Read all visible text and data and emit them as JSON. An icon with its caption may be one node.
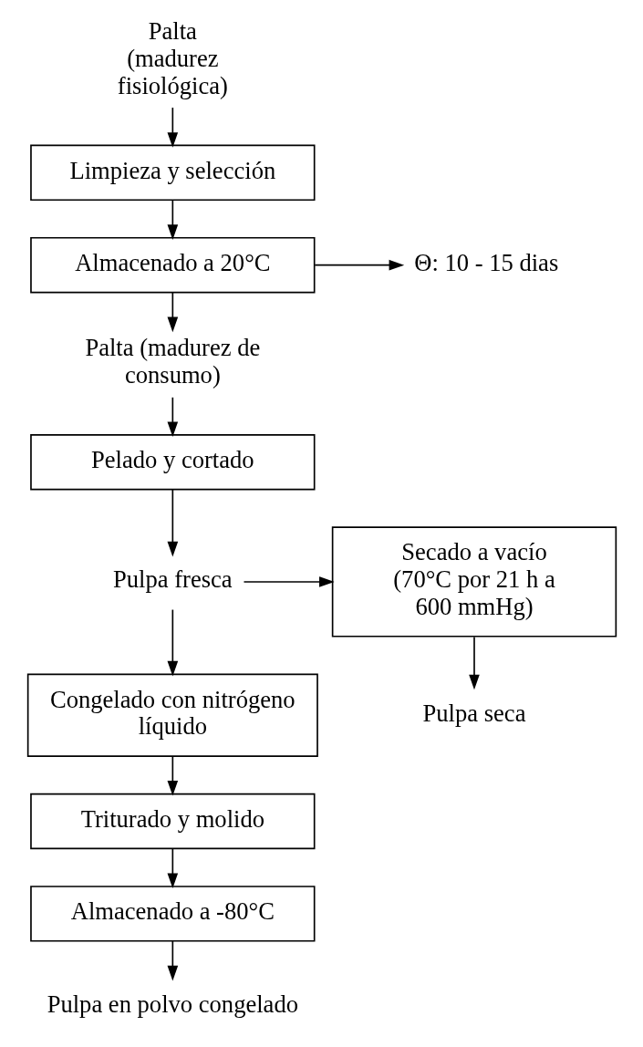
{
  "diagram": {
    "nodes": [
      {
        "text": [
          "Palta (madurez fisiológica)"
        ]
      },
      {
        "text": [
          "Limpieza y selección"
        ]
      },
      {
        "text": [
          "Almacenado a 20°C"
        ]
      },
      {
        "text": [
          "Θ: 10 - 15 dias"
        ]
      },
      {
        "text": [
          "Palta (madurez de consumo)"
        ]
      },
      {
        "text": [
          "Pelado y cortado"
        ]
      },
      {
        "text": [
          "Pulpa fresca"
        ]
      },
      {
        "text": [
          "Secado a vacío (70°C por 21 h a 600 mmHg)"
        ]
      },
      {
        "text": [
          "Pulpa seca"
        ]
      },
      {
        "text": [
          "Congelado con nitrógeno líquido"
        ]
      },
      {
        "text": [
          "Triturado y molido"
        ]
      },
      {
        "text": [
          "Almacenado a -80°C"
        ]
      },
      {
        "text": [
          "Pulpa en polvo congelado"
        ]
      }
    ],
    "edges": [
      {
        "from": 0,
        "to": 1,
        "arrow": "to"
      },
      {
        "from": 1,
        "to": 2,
        "arrow": "to"
      },
      {
        "from": 2,
        "to": 3,
        "arrow": "to"
      },
      {
        "from": 2,
        "to": 4,
        "arrow": "to"
      },
      {
        "from": 4,
        "to": 5,
        "arrow": "to"
      },
      {
        "from": 5,
        "to": 6,
        "arrow": "to"
      },
      {
        "from": 6,
        "to": 7,
        "arrow": "to"
      },
      {
        "from": 7,
        "to": 8,
        "arrow": "to"
      },
      {
        "from": 6,
        "to": 9,
        "arrow": "to"
      },
      {
        "from": 9,
        "to": 10,
        "arrow": "to"
      },
      {
        "from": 10,
        "to": 11,
        "arrow": "to"
      },
      {
        "from": 11,
        "to": 12,
        "arrow": "to"
      }
    ]
  }
}
